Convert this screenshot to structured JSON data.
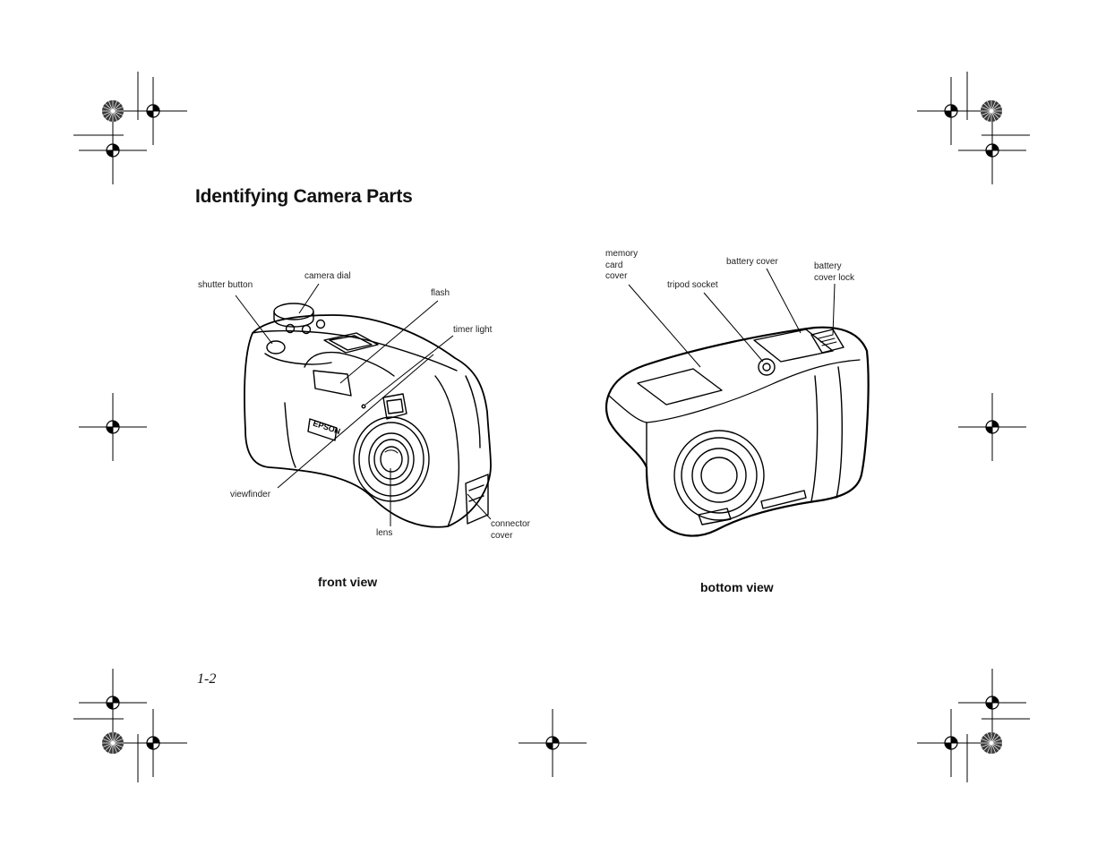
{
  "page": {
    "title": "Identifying Camera Parts",
    "page_number": "1-2"
  },
  "front_view": {
    "caption": "front view",
    "brand_mark": "EPSON",
    "callouts": {
      "shutter_button": "shutter button",
      "camera_dial": "camera dial",
      "flash": "flash",
      "timer_light": "timer light",
      "viewfinder": "viewfinder",
      "lens": "lens",
      "connector_cover": "connector\ncover"
    }
  },
  "bottom_view": {
    "caption": "bottom view",
    "callouts": {
      "memory_card_cover": "memory\ncard\ncover",
      "tripod_socket": "tripod socket",
      "battery_cover": "battery cover",
      "battery_cover_lock": "battery\ncover lock"
    }
  }
}
